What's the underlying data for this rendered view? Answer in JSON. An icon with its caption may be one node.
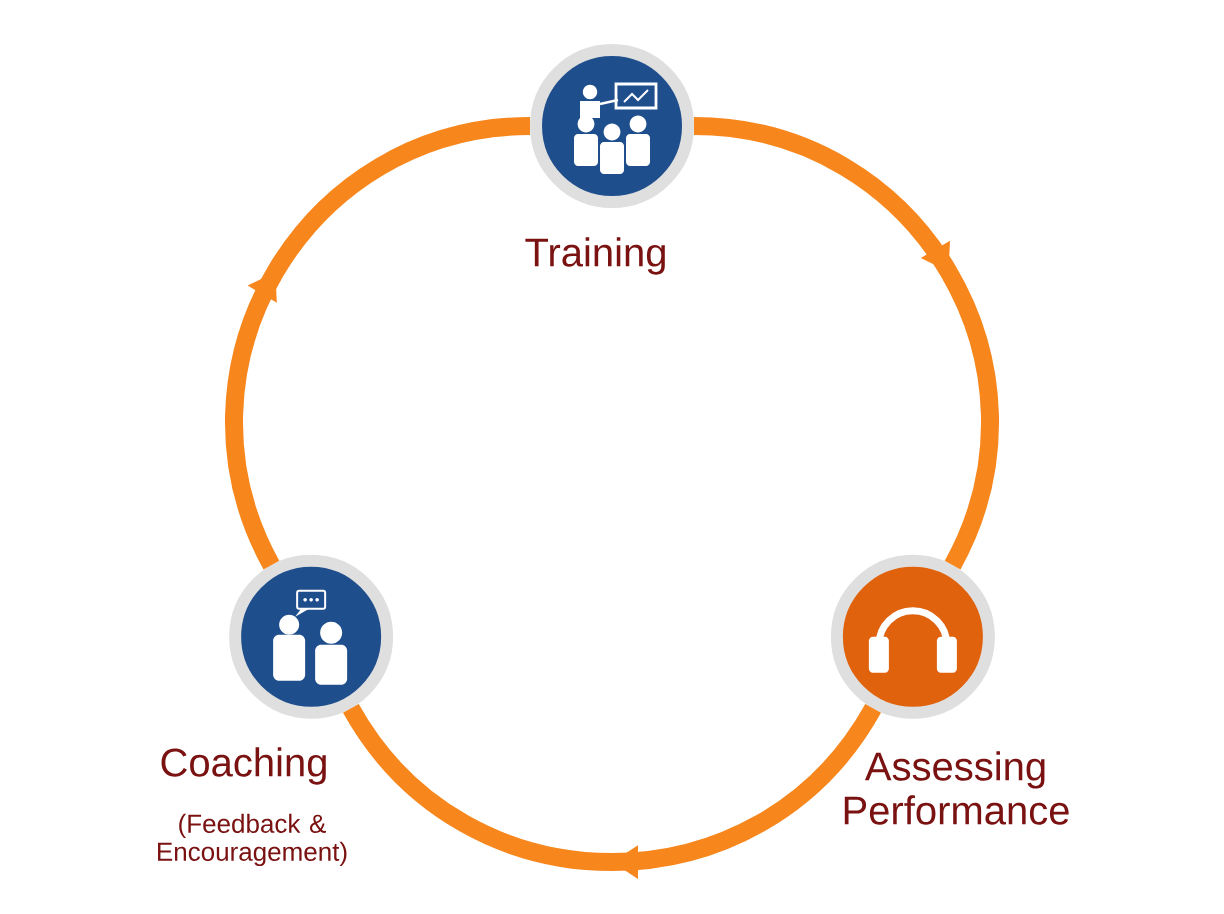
{
  "diagram": {
    "nodes": [
      {
        "text": [
          "Training"
        ]
      },
      {
        "text": [
          "Assessing Performance"
        ]
      },
      {
        "text": [
          "Coaching",
          "(Feedback & Encouragement)"
        ]
      }
    ],
    "edges": [
      {
        "from": 0,
        "to": 1,
        "arrow": "to"
      },
      {
        "from": 1,
        "to": 2,
        "arrow": "to"
      },
      {
        "from": 2,
        "to": 0,
        "arrow": "to"
      }
    ]
  }
}
